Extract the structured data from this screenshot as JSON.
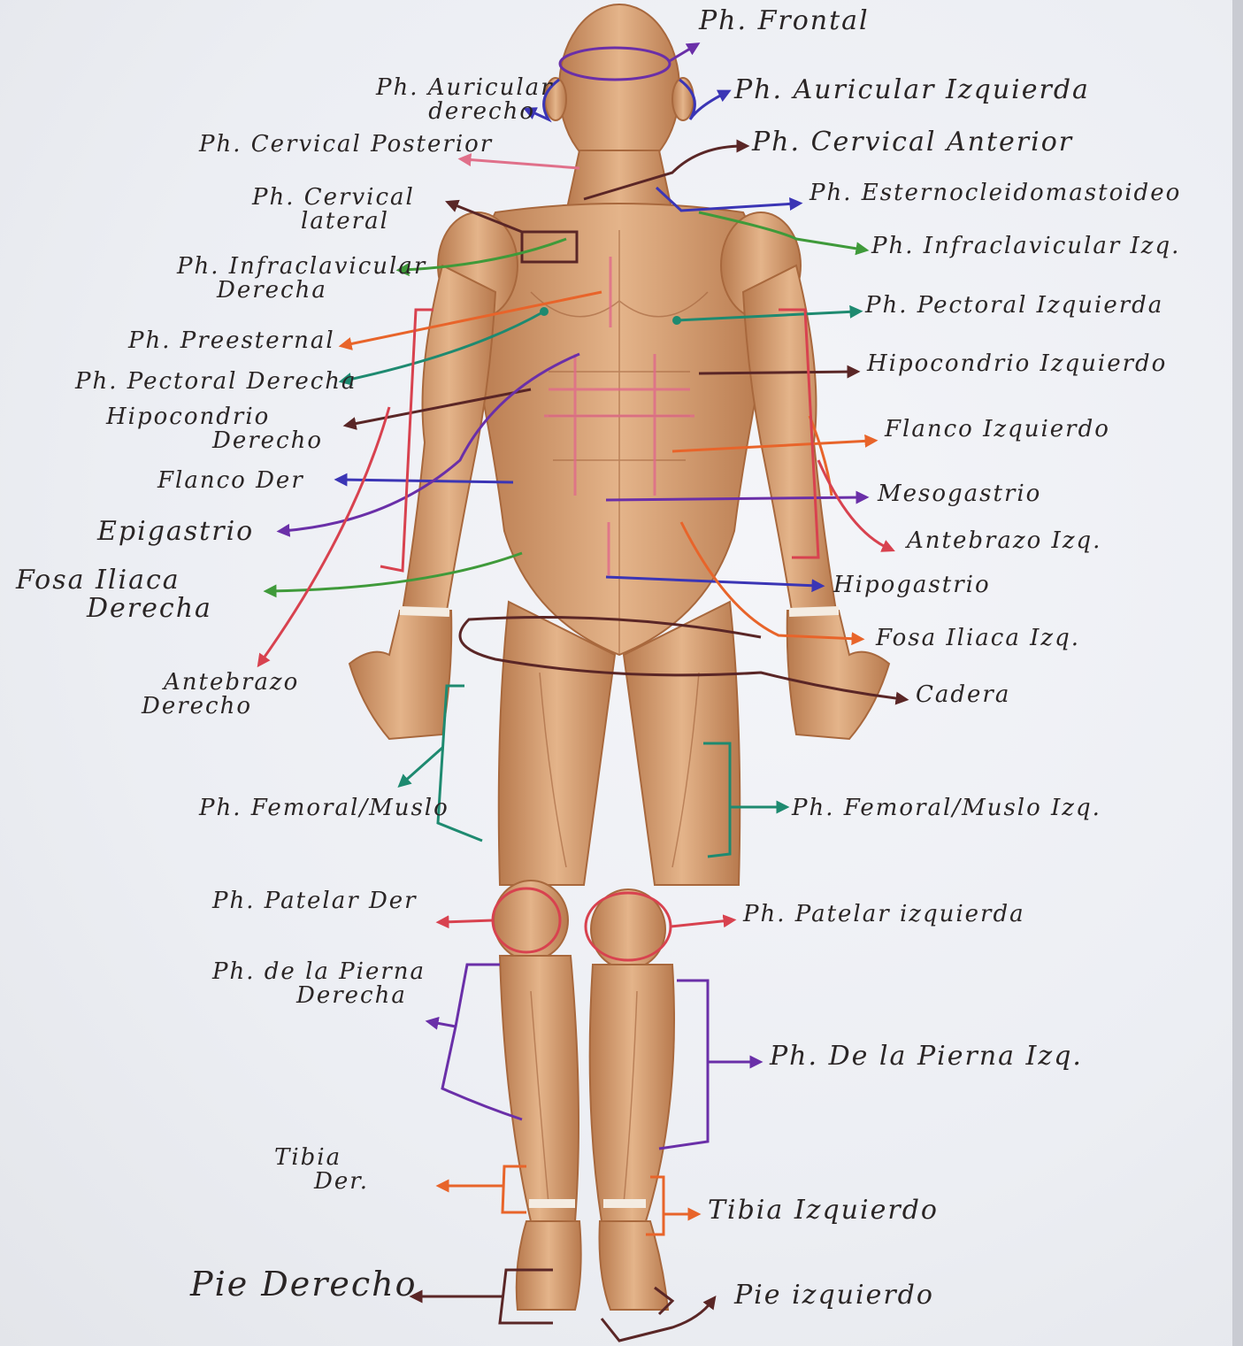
{
  "labels": {
    "frontal": "Ph. Frontal",
    "auricular_derecho_1": "Ph. Auricular",
    "auricular_derecho_2": "derecho",
    "auricular_izquierda": "Ph. Auricular Izquierda",
    "cervical_posterior": "Ph. Cervical Posterior",
    "cervical_anterior": "Ph. Cervical Anterior",
    "cervical_lateral_1": "Ph. Cervical",
    "cervical_lateral_2": "lateral",
    "esternocleido": "Ph. Esternocleidomastoideo",
    "infraclavicular_der_1": "Ph. Infraclavicular",
    "infraclavicular_der_2": "Derecha",
    "infraclavicular_izq": "Ph. Infraclavicular Izq.",
    "pectoral_izquierda": "Ph. Pectoral Izquierda",
    "preesternal": "Ph. Preesternal",
    "pectoral_derecha": "Ph. Pectoral Derecha",
    "hipocondrio_izquierdo": "Hipocondrio Izquierdo",
    "hipocondrio_derecho_1": "Hipocondrio",
    "hipocondrio_derecho_2": "Derecho",
    "flanco_izquierdo": "Flanco Izquierdo",
    "flanco_der": "Flanco Der",
    "mesogastrio": "Mesogastrio",
    "epigastrio": "Epigastrio",
    "antebrazo_izq": "Antebrazo Izq.",
    "fosa_iliaca_derecha_1": "Fosa Iliaca",
    "fosa_iliaca_derecha_2": "Derecha",
    "hipogastrio": "Hipogastrio",
    "fosa_iliaca_izq": "Fosa Iliaca Izq.",
    "cadera": "Cadera",
    "antebrazo_derecho_1": "Antebrazo",
    "antebrazo_derecho_2": "Derecho",
    "femoral_muslo": "Ph. Femoral/Muslo",
    "femoral_muslo_izq": "Ph. Femoral/Muslo Izq.",
    "patelar_der": "Ph. Patelar Der",
    "patelar_izquierda": "Ph. Patelar izquierda",
    "pierna_derecha_1": "Ph. de la Pierna",
    "pierna_derecha_2": "Derecha",
    "pierna_izq": "Ph. De la Pierna Izq.",
    "tibia_der_1": "Tibia",
    "tibia_der_2": "Der.",
    "tibia_izquierdo": "Tibia Izquierdo",
    "pie_derecho": "Pie Derecho",
    "pie_izquierdo": "Pie izquierdo"
  },
  "colors": {
    "skin": "#d9a473",
    "muscle": "#c98558",
    "purple": "#6a2fa8",
    "blue": "#3b35b5",
    "red": "#d8424f",
    "pink": "#e0708a",
    "green": "#3f9a3a",
    "teal": "#1e8a70",
    "brown": "#5a2626",
    "orange": "#e8642a"
  }
}
